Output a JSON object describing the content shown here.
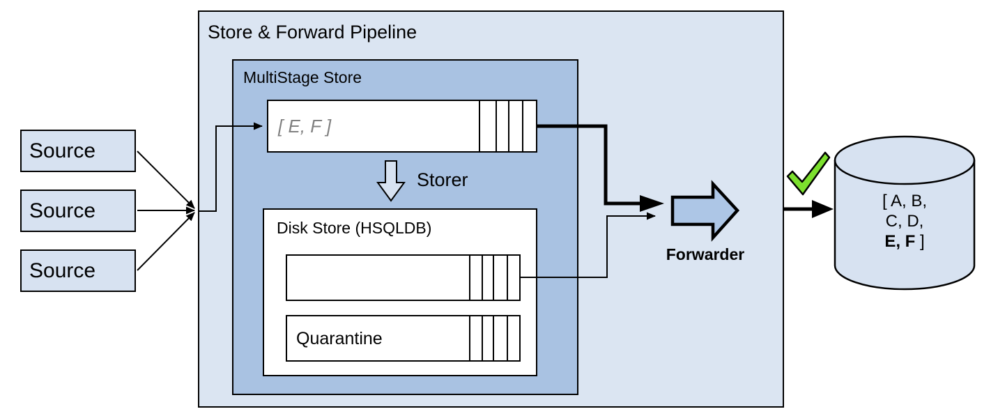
{
  "pipeline": {
    "title": "Store & Forward Pipeline",
    "multistage": {
      "title": "MultiStage Store",
      "memory_queue_content": "[ E, F ]",
      "storer_label": "Storer",
      "disk_store": {
        "title": "Disk Store (HSQLDB)",
        "quarantine_label": "Quarantine"
      }
    },
    "forwarder_label": "Forwarder"
  },
  "sources": [
    {
      "label": "Source"
    },
    {
      "label": "Source"
    },
    {
      "label": "Source"
    }
  ],
  "database": {
    "line1": "[ A, B,",
    "line2": "C, D,",
    "line3_bold": "E, F",
    "line3_suffix": " ]"
  },
  "icons": {
    "storer": "down-block-arrow-icon",
    "forwarder": "right-block-arrow-icon",
    "success": "green-checkmark-icon",
    "database": "database-cylinder-icon"
  },
  "colors": {
    "container_fill": "#dbe5f2",
    "multistage_fill": "#a9c2e2",
    "node_fill": "#d7e2f1",
    "forwarder_fill": "#adc6e6",
    "check_green": "#7ce02e",
    "outline": "#000000",
    "queue_text_gray": "#808080"
  }
}
